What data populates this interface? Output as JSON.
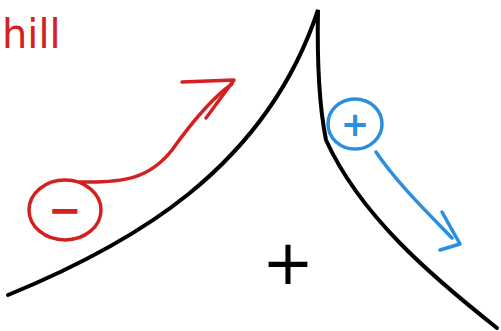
{
  "diagram": {
    "nodes": [
      {
        "text": [
          "−"
        ]
      },
      {
        "text": [
          "+"
        ]
      }
    ],
    "labels": [
      "hill",
      "+"
    ]
  }
}
